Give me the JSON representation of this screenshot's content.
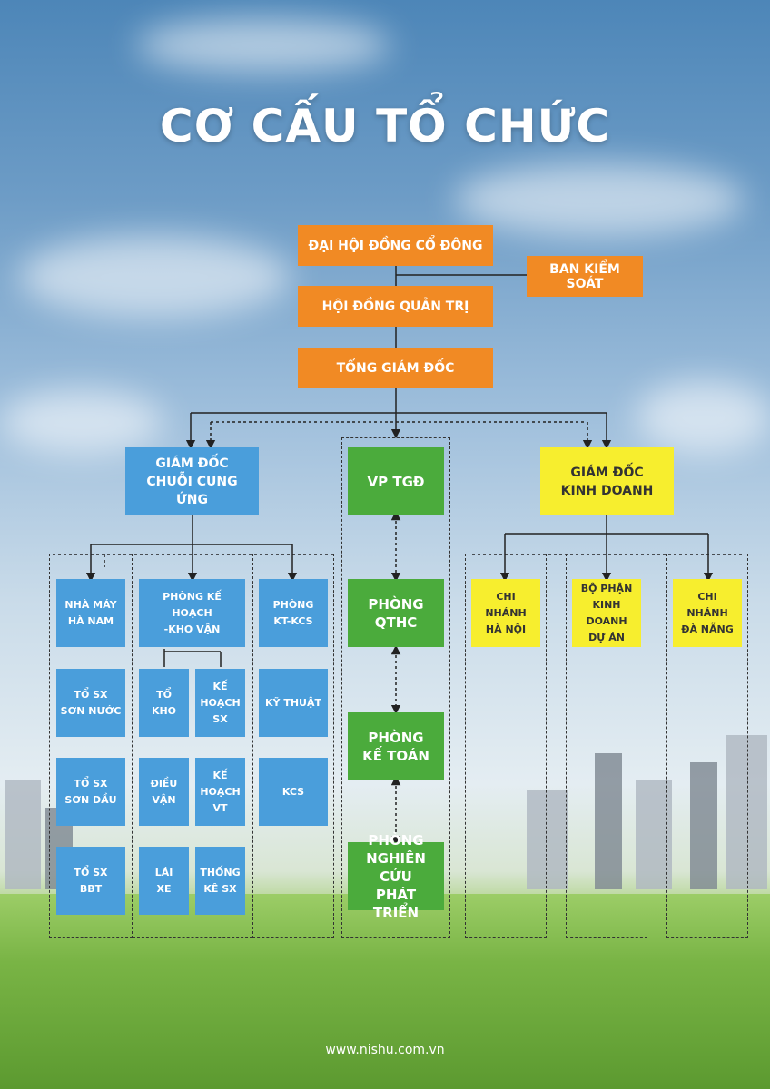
{
  "title": "CƠ CẤU TỔ CHỨC",
  "footer": "www.nishu.com.vn",
  "colors": {
    "orange": "#f18a24",
    "blue": "#4a9edb",
    "green": "#4bab3c",
    "yellow": "#f7ee2e"
  },
  "top": {
    "shareholders": "ĐẠI HỘI ĐỒNG CỔ ĐÔNG",
    "supervisory": "BAN KIỂM SOÁT",
    "board": "HỘI ĐỒNG QUẢN TRỊ",
    "ceo": "TỔNG GIÁM ĐỐC"
  },
  "supply_chain": {
    "head": "GIÁM ĐỐC\nCHUỖI CUNG ỨNG",
    "factory": "NHÀ MÁY\nHÀ NAM",
    "factory_units": [
      "TỔ SX\nSƠN NƯỚC",
      "TỔ SX\nSƠN DẦU",
      "TỔ SX\nBBT"
    ],
    "planning": "PHÒNG KẾ HOẠCH\n-KHO VẬN",
    "planning_units": [
      "TỔ\nKHO",
      "KẾ\nHOẠCH\nSX",
      "ĐIỀU\nVẬN",
      "KẾ\nHOẠCH\nVT",
      "LÁI\nXE",
      "THỐNG\nKÊ SX"
    ],
    "qc": "PHÒNG\nKT-KCS",
    "qc_units": [
      "KỸ THUẬT",
      "KCS"
    ]
  },
  "office": {
    "head": "VP TGĐ",
    "units": [
      "PHÒNG\nQTHC",
      "PHÒNG\nKẾ TOÁN",
      "PHÒNG\nNGHIÊN CỨU\nPHÁT TRIỂN"
    ]
  },
  "sales": {
    "head": "GIÁM ĐỐC\nKINH DOANH",
    "units": [
      "CHI NHÁNH\nHÀ NỘI",
      "BỘ PHẬN\nKINH DOANH\nDỰ ÁN",
      "CHI NHÁNH\nĐÀ NẴNG"
    ]
  }
}
